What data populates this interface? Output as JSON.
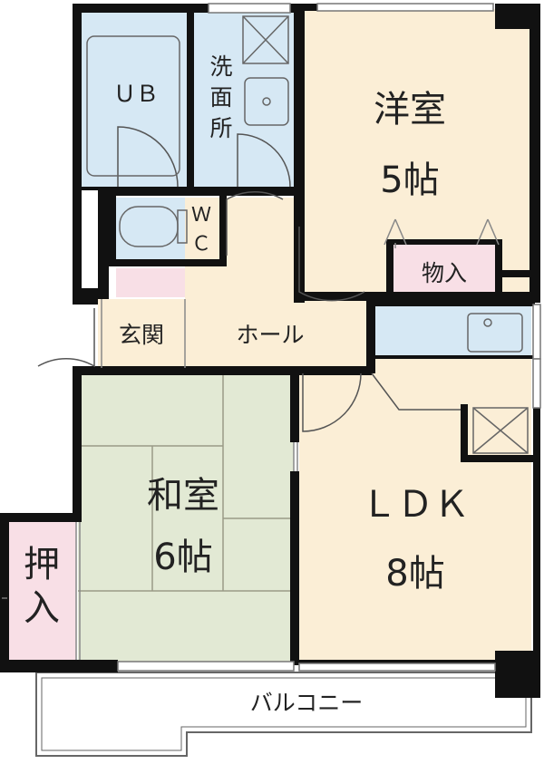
{
  "rooms": {
    "unit_bath": "ＵＢ",
    "washroom": [
      "洗",
      "面",
      "所"
    ],
    "wc": [
      "Ｗ",
      "Ｃ"
    ],
    "western_room": {
      "name": "洋室",
      "size": "5帖"
    },
    "storage": "物入",
    "entrance": "玄関",
    "hall": "ホール",
    "japanese_room": {
      "name": "和室",
      "size": "6帖"
    },
    "closet": [
      "押",
      "入"
    ],
    "ldk": {
      "name": "ＬＤＫ",
      "size": "8帖"
    },
    "balcony": "バルコニー"
  },
  "colors": {
    "bath": "#d6e8f4",
    "western": "#fbeed6",
    "tatami": "#e2e9d4",
    "closet": "#f8dfe6",
    "wall": "#111111"
  }
}
